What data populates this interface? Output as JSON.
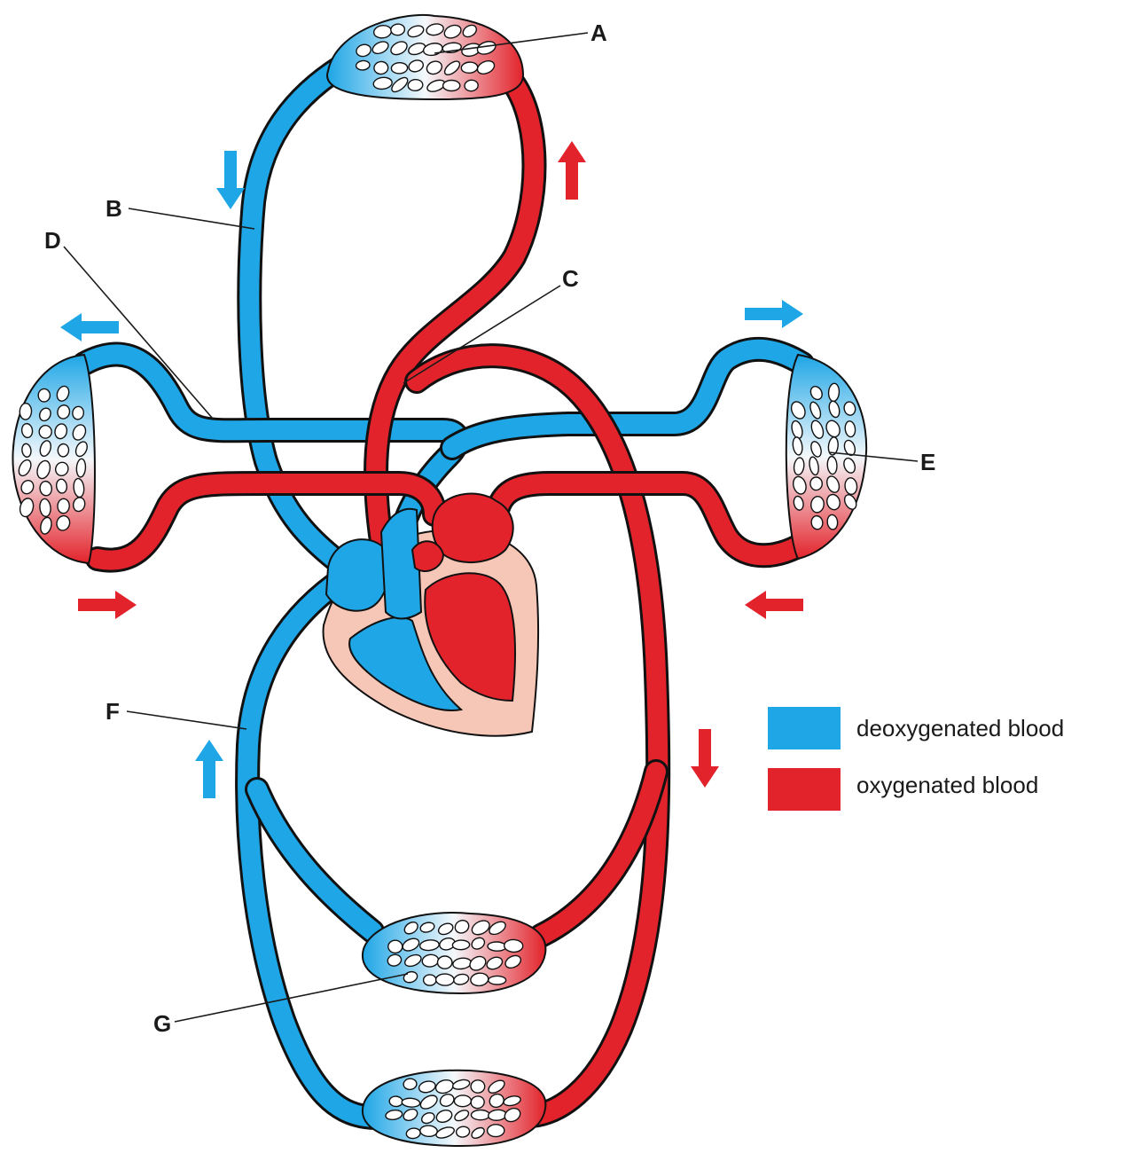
{
  "labels": {
    "A": "A",
    "B": "B",
    "C": "C",
    "D": "D",
    "E": "E",
    "F": "F",
    "G": "G"
  },
  "legend": {
    "deoxygenated": {
      "text": "deoxygenated blood",
      "color": "#1ea6e6"
    },
    "oxygenated": {
      "text": "oxygenated blood",
      "color": "#e3232b"
    }
  },
  "colors": {
    "deoxygenated": "#1ea6e6",
    "oxygenated": "#e3232b",
    "heart_wall": "#f6c6b6"
  },
  "arrows": [
    {
      "name": "arrow-down-blue-top",
      "color": "blue",
      "direction": "down"
    },
    {
      "name": "arrow-up-red-top",
      "color": "red",
      "direction": "up"
    },
    {
      "name": "arrow-left-blue-left",
      "color": "blue",
      "direction": "left"
    },
    {
      "name": "arrow-right-red-left",
      "color": "red",
      "direction": "right"
    },
    {
      "name": "arrow-right-blue-right",
      "color": "blue",
      "direction": "right"
    },
    {
      "name": "arrow-left-red-right",
      "color": "red",
      "direction": "left"
    },
    {
      "name": "arrow-up-blue-bottom",
      "color": "blue",
      "direction": "up"
    },
    {
      "name": "arrow-down-red-bottom",
      "color": "red",
      "direction": "down"
    }
  ]
}
